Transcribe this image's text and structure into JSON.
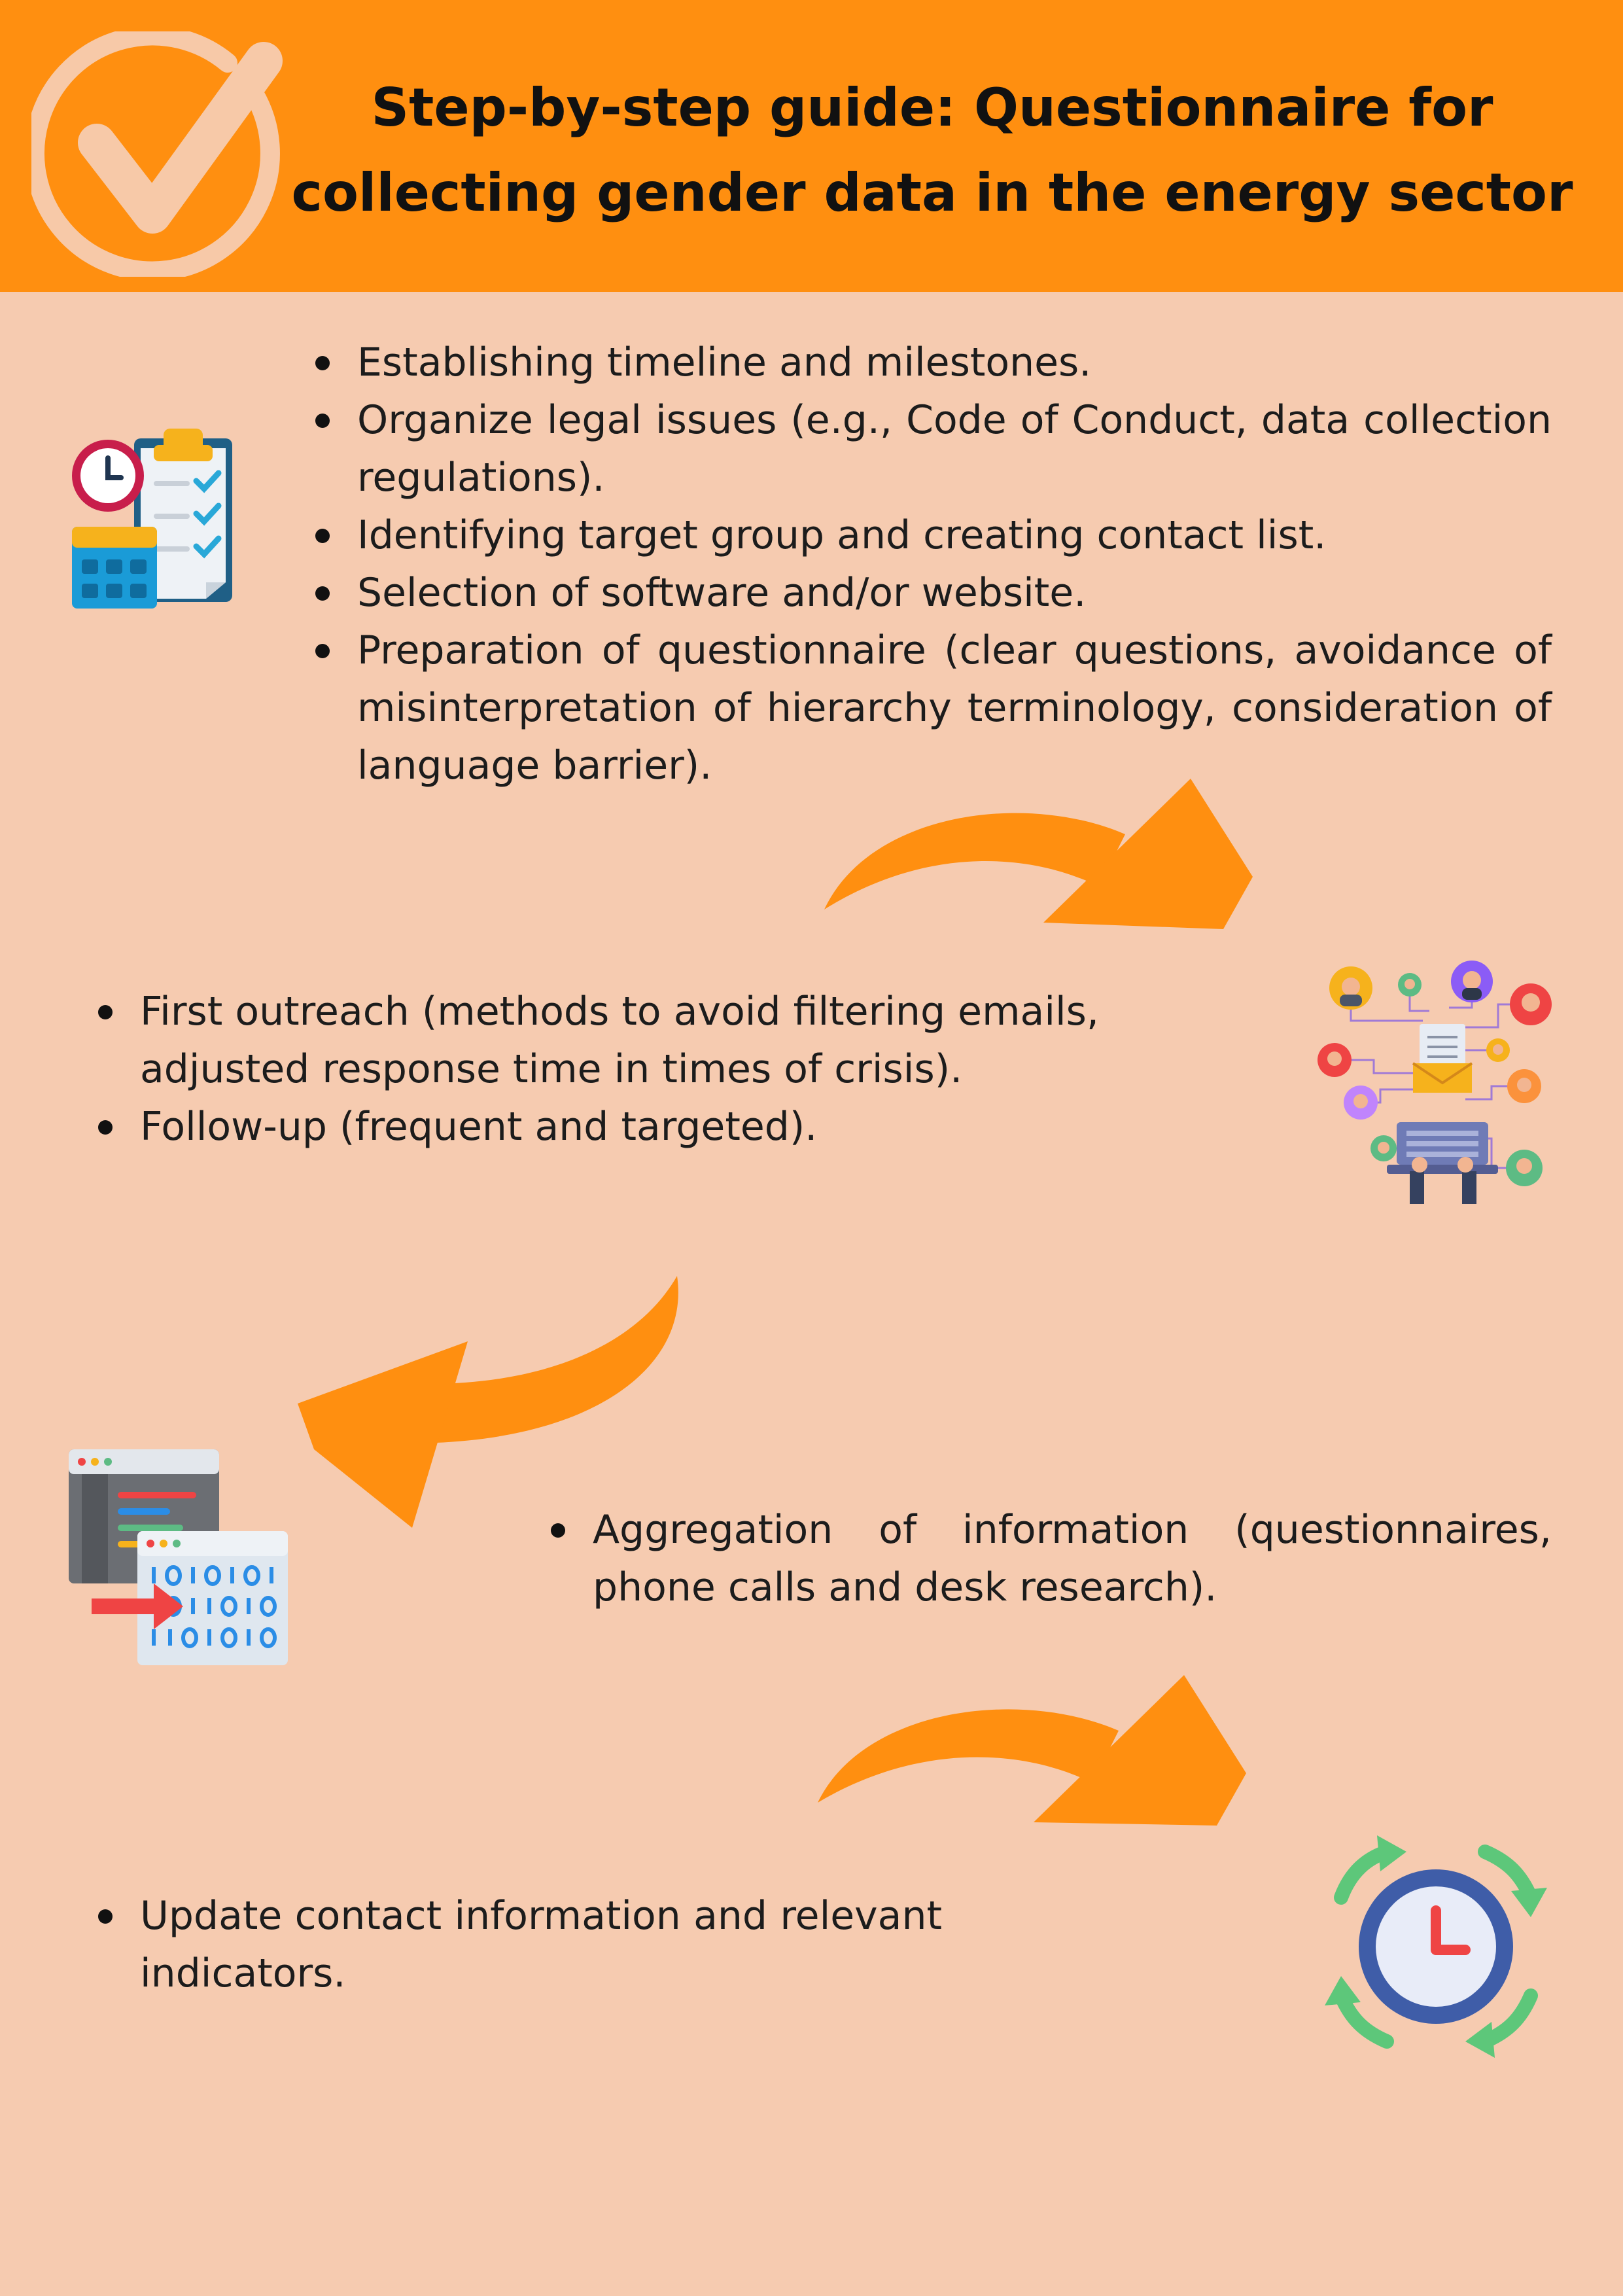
{
  "header": {
    "title_line1": "Step-by-step guide: Questionnaire for",
    "title_line2": "collecting gender data in the energy sector",
    "logo_icon": "checkmark-circle-icon",
    "background": "#ff8f10"
  },
  "colors": {
    "page_background": "#f6cbb0",
    "arrow": "#ff8f10",
    "text": "#1c1c1c"
  },
  "steps": [
    {
      "icon": "planning-clipboard-calendar-icon",
      "bullets": [
        "Establishing timeline and milestones.",
        "Organize legal issues (e.g., Code of Conduct, data collection regulations).",
        "Identifying target group and creating contact list.",
        "Selection of software and/or website.",
        "Preparation of questionnaire (clear questions, avoidance of misinterpretation of hierarchy terminology, consideration of language barrier)."
      ]
    },
    {
      "icon": "email-outreach-network-icon",
      "bullets": [
        "First outreach (methods to avoid filtering emails, adjusted response time in times of crisis).",
        "Follow-up (frequent and targeted)."
      ]
    },
    {
      "icon": "data-transfer-windows-icon",
      "bullets": [
        "Aggregation of information (questionnaires, phone calls and desk research)."
      ]
    },
    {
      "icon": "clock-update-cycle-icon",
      "bullets": [
        "Update contact information and relevant indicators."
      ]
    }
  ]
}
